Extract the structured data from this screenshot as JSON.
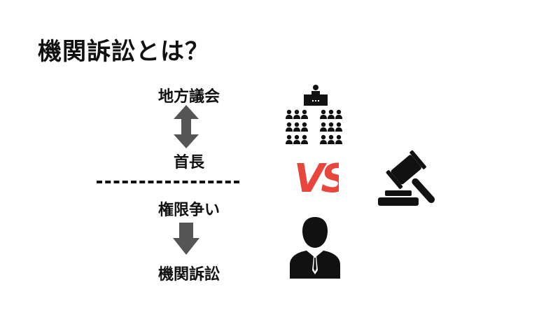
{
  "title": "機関訴訟とは？",
  "left_column": {
    "top_label": "地方議会",
    "middle_label": "首長",
    "bottom_label": "権限争い",
    "result_label": "機関訴訟"
  },
  "vs_text": "VS",
  "colors": {
    "text": "#111111",
    "arrow": "#555555",
    "vs": "#e8453c",
    "icon": "#111111"
  },
  "icons": {
    "bidirectional_arrow": "double-arrow-vertical",
    "down_arrow": "down-arrow",
    "assembly": "assembly-audience-icon",
    "person": "businessman-icon",
    "gavel": "gavel-icon"
  }
}
